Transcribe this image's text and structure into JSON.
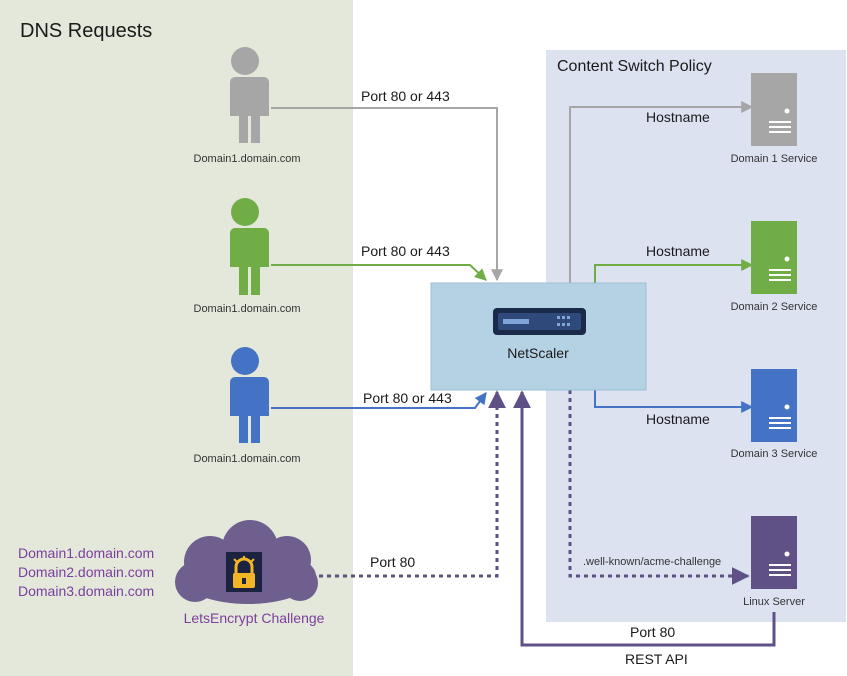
{
  "dns_panel": {
    "title": "DNS Requests"
  },
  "policy_panel": {
    "title": "Content Switch Policy"
  },
  "users": [
    {
      "label": "Domain1.domain.com",
      "color": "#a6a6a6"
    },
    {
      "label": "Domain1.domain.com",
      "color": "#70ad47"
    },
    {
      "label": "Domain1.domain.com",
      "color": "#4472c4"
    }
  ],
  "challenge": {
    "domains": [
      "Domain1.domain.com",
      "Domain2.domain.com",
      "Domain3.domain.com"
    ],
    "label": "LetsEncrypt Challenge",
    "cloud_color": "#6e5f8e",
    "text_color": "#7b3f9e"
  },
  "netscaler": {
    "label": "NetScaler",
    "box_color": "#b4d2e4"
  },
  "connections": {
    "user1_port": "Port 80 or 443",
    "user2_port": "Port 80 or 443",
    "user3_port": "Port 80 or 443",
    "challenge_port": "Port 80",
    "hostname1": "Hostname",
    "hostname2": "Hostname",
    "hostname3": "Hostname",
    "acme_path": ".well-known/acme-challenge",
    "api_port": "Port 80",
    "api_label": "REST API"
  },
  "servers": [
    {
      "label": "Domain 1 Service",
      "color": "#a6a6a6"
    },
    {
      "label": "Domain 2 Service",
      "color": "#70ad47"
    },
    {
      "label": "Domain 3 Service",
      "color": "#4472c4"
    },
    {
      "label": "Linux Server",
      "color": "#5f5186"
    }
  ],
  "colors": {
    "dns_panel_bg": "#e3e8da",
    "policy_panel_bg": "#dce2f0",
    "api_line": "#5f5186"
  }
}
